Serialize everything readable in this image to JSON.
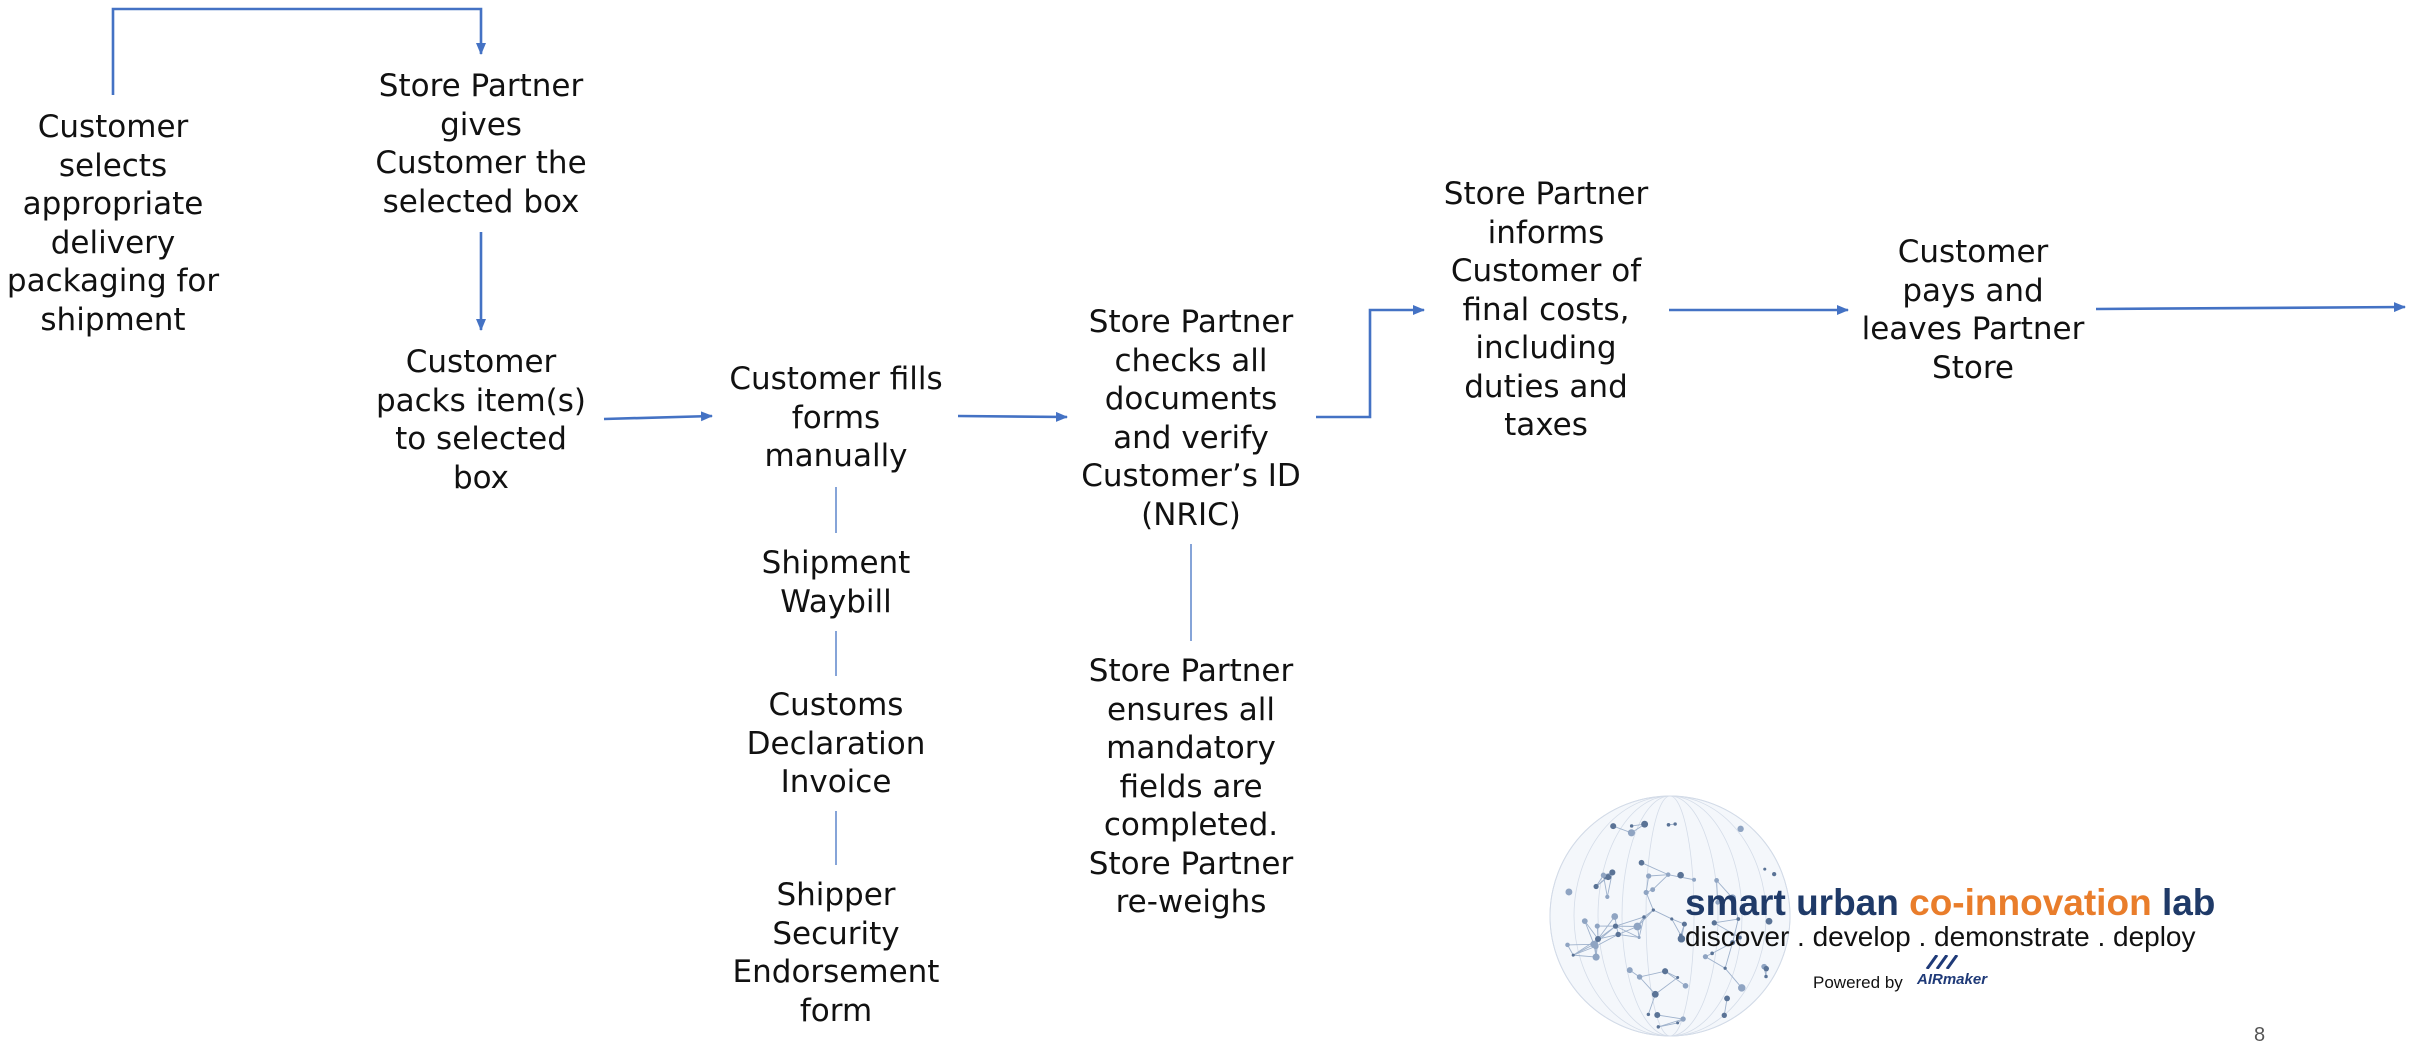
{
  "nodes": {
    "select_packaging": [
      "Customer",
      "selects",
      "appropriate",
      "delivery",
      "packaging for",
      "shipment"
    ],
    "gives_box": [
      "Store Partner",
      "gives",
      "Customer the",
      "selected box"
    ],
    "packs_items": [
      "Customer",
      "packs item(s)",
      "to selected",
      "box"
    ],
    "fills_forms": [
      "Customer fills",
      "forms",
      "manually"
    ],
    "waybill": [
      "Shipment",
      "Waybill"
    ],
    "customs_invoice": [
      "Customs",
      "Declaration",
      "Invoice"
    ],
    "security_form": [
      "Shipper",
      "Security",
      "Endorsement",
      "form"
    ],
    "checks_documents": [
      "Store Partner",
      "checks all",
      "documents",
      "and verify",
      "Customer’s ID",
      "(NRIC)"
    ],
    "ensures_fields": [
      "Store Partner",
      "ensures all",
      "mandatory",
      "fields are",
      "completed.",
      "Store Partner",
      "re-weighs"
    ],
    "informs_costs": [
      "Store Partner",
      "informs",
      "Customer of",
      "final costs,",
      "including",
      "duties and",
      "taxes"
    ],
    "pays_leaves": [
      "Customer",
      "pays and",
      "leaves Partner",
      "Store"
    ]
  },
  "logo": {
    "words": [
      "smart",
      "urban",
      "co-innovation",
      "lab"
    ],
    "tagline": "discover . develop . demonstrate . deploy",
    "powered_by": "Powered by",
    "partner": "AIRmaker",
    "colors": {
      "navy": "#1f3a68",
      "orange": "#e97d2b"
    }
  },
  "page_number": "8",
  "colors": {
    "arrow": "#4472c4",
    "text": "#111111"
  }
}
